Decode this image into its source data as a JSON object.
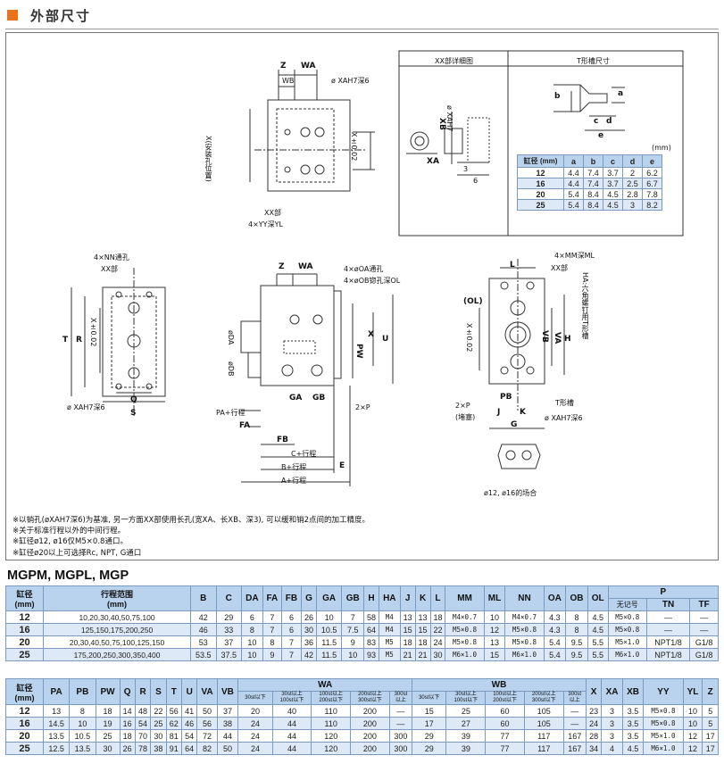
{
  "header": {
    "title": "外部尺寸"
  },
  "detail_box": {
    "xx_detail": "XX部详细图",
    "tslot_size": "T形槽尺寸",
    "unit": "(mm)"
  },
  "labels": {
    "z": "Z",
    "wa": "WA",
    "wb": "WB",
    "oxah7_6": "ø XAH7深6",
    "x_install": "X(安装孔位置)",
    "x_pm": "X±0.02",
    "xx_part": "XX部",
    "yy_yl": "4×YY深YL",
    "nn_through": "4×NN通孔",
    "r": "R",
    "t": "T",
    "q": "Q",
    "s": "S",
    "oa_through": "4×øOA通孔",
    "ob_cb": "4×øOB锪孔深OL",
    "oda": "øDA",
    "odb": "øDB",
    "pw": "PW",
    "x": "X",
    "u": "U",
    "ga": "GA",
    "gb": "GB",
    "two_p": "2×P",
    "pa_stroke": "PA+行程",
    "fa": "FA",
    "fb": "FB",
    "c_stroke": "C+行程",
    "b_stroke": "B+行程",
    "a_stroke": "A+行程",
    "e": "E",
    "mm_ml": "4×MM深ML",
    "l": "L",
    "ol": "(OL)",
    "ha_tslot": "HA:六角螺钉用T形槽",
    "vb": "VB",
    "va": "VA",
    "h": "H",
    "pb": "PB",
    "j": "J",
    "k": "K",
    "g": "G",
    "two_p_plug": "2×P",
    "plug": "(堵塞)",
    "tslot": "T形槽",
    "bore12_16": "ø12, ø16的场合",
    "xa": "XA",
    "xb": "XB",
    "oxa": "ø XAH7",
    "three": "3",
    "six": "6",
    "a": "a",
    "b": "b",
    "c": "c",
    "d": "d",
    "el": "e"
  },
  "tslot_table": {
    "headers": [
      "缸径\n(mm)",
      "a",
      "b",
      "c",
      "d",
      "e"
    ],
    "rows": [
      [
        "12",
        "4.4",
        "7.4",
        "3.7",
        "2",
        "6.2"
      ],
      [
        "16",
        "4.4",
        "7.4",
        "3.7",
        "2.5",
        "6.7"
      ],
      [
        "20",
        "5.4",
        "8.4",
        "4.5",
        "2.8",
        "7.8"
      ],
      [
        "25",
        "5.4",
        "8.4",
        "4.5",
        "3",
        "8.2"
      ]
    ]
  },
  "notes": [
    "※以销孔(øXAH7深6)为基准, 另一方面XX部使用长孔(宽XA、长XB、深3), 可以缓和销2点间的加工精度。",
    "※关于标准行程以外的中间行程。",
    "※缸径ø12, ø16仅M5×0.8通口。",
    "※缸径ø20以上可选择Rc, NPT, G通口"
  ],
  "model_title": "MGPM, MGPL, MGP",
  "table1": {
    "h_bore": "缸径\n(mm)",
    "h_range": "行程范围\n(mm)",
    "cols": [
      "B",
      "C",
      "DA",
      "FA",
      "FB",
      "G",
      "GA",
      "GB",
      "H",
      "HA",
      "J",
      "K",
      "L",
      "MM",
      "ML",
      "NN",
      "OA",
      "OB",
      "OL"
    ],
    "p_label": "P",
    "p_sub": [
      "无记号",
      "TN",
      "TF"
    ],
    "rows": [
      [
        "12",
        "10,20,30,40,50,75,100",
        "42",
        "29",
        "6",
        "7",
        "6",
        "26",
        "10",
        "7",
        "58",
        "M4",
        "13",
        "13",
        "18",
        "M4×0.7",
        "10",
        "M4×0.7",
        "4.3",
        "8",
        "4.5",
        "M5×0.8",
        "—",
        "—"
      ],
      [
        "16",
        "125,150,175,200,250",
        "46",
        "33",
        "8",
        "7",
        "6",
        "30",
        "10.5",
        "7.5",
        "64",
        "M4",
        "15",
        "15",
        "22",
        "M5×0.8",
        "12",
        "M5×0.8",
        "4.3",
        "8",
        "4.5",
        "M5×0.8",
        "—",
        "—"
      ],
      [
        "20",
        "20,30,40,50,75,100,125,150",
        "53",
        "37",
        "10",
        "8",
        "7",
        "36",
        "11.5",
        "9",
        "83",
        "M5",
        "18",
        "18",
        "24",
        "M5×0.8",
        "13",
        "M5×0.8",
        "5.4",
        "9.5",
        "5.5",
        "M5×1.0",
        "NPT1/8",
        "G1/8"
      ],
      [
        "25",
        "175,200,250,300,350,400",
        "53.5",
        "37.5",
        "10",
        "9",
        "7",
        "42",
        "11.5",
        "10",
        "93",
        "M5",
        "21",
        "21",
        "30",
        "M6×1.0",
        "15",
        "M6×1.0",
        "5.4",
        "9.5",
        "5.5",
        "M6×1.0",
        "NPT1/8",
        "G1/8"
      ]
    ]
  },
  "table2": {
    "h_bore": "缸径\n(mm)",
    "cols": [
      "PA",
      "PB",
      "PW",
      "Q",
      "R",
      "S",
      "T",
      "U",
      "VA",
      "VB"
    ],
    "wa_label": "WA",
    "wb_label": "WB",
    "wa_sub": [
      "30st以下",
      "30st以上\n100st以下",
      "100st以上\n200st以下",
      "200st以上\n300st以下",
      "300st\n以上"
    ],
    "wb_sub": [
      "30st以下",
      "30st以上\n100st以下",
      "100st以上\n200st以下",
      "200st以上\n300st以下",
      "300st\n以上"
    ],
    "cols2": [
      "X",
      "XA",
      "XB",
      "YY",
      "YL",
      "Z"
    ],
    "rows": [
      [
        "12",
        "13",
        "8",
        "18",
        "14",
        "48",
        "22",
        "56",
        "41",
        "50",
        "37",
        "20",
        "40",
        "110",
        "200",
        "—",
        "15",
        "25",
        "60",
        "105",
        "—",
        "23",
        "3",
        "3.5",
        "M5×0.8",
        "10",
        "5"
      ],
      [
        "16",
        "14.5",
        "10",
        "19",
        "16",
        "54",
        "25",
        "62",
        "46",
        "56",
        "38",
        "24",
        "44",
        "110",
        "200",
        "—",
        "17",
        "27",
        "60",
        "105",
        "—",
        "24",
        "3",
        "3.5",
        "M5×0.8",
        "10",
        "5"
      ],
      [
        "20",
        "13.5",
        "10.5",
        "25",
        "18",
        "70",
        "30",
        "81",
        "54",
        "72",
        "44",
        "24",
        "44",
        "120",
        "200",
        "300",
        "29",
        "39",
        "77",
        "117",
        "167",
        "28",
        "3",
        "3.5",
        "M5×1.0",
        "12",
        "17"
      ],
      [
        "25",
        "12.5",
        "13.5",
        "30",
        "26",
        "78",
        "38",
        "91",
        "64",
        "82",
        "50",
        "24",
        "44",
        "120",
        "200",
        "300",
        "29",
        "39",
        "77",
        "117",
        "167",
        "34",
        "4",
        "4.5",
        "M6×1.0",
        "12",
        "17"
      ]
    ]
  }
}
